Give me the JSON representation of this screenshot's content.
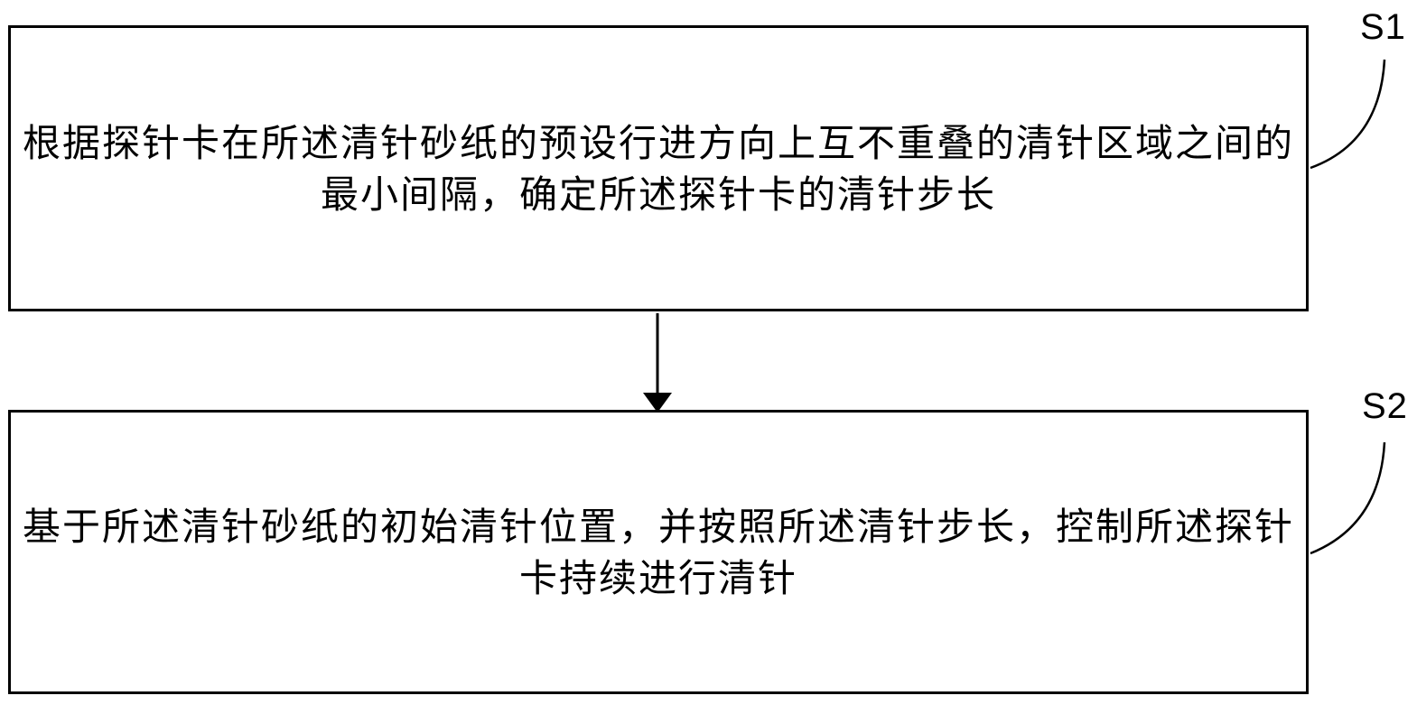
{
  "figure": {
    "background_color": "#ffffff",
    "stroke_color": "#000000",
    "type": "flowchart",
    "steps": [
      {
        "label": "S1",
        "lines": [
          "根据探针卡在所述清针砂纸的预设行进方向上互不重叠的清针区域之间的",
          "最小间隔，确定所述探针卡的清针步长"
        ],
        "text": "根据探针卡在所述清针砂纸的预设行进方向上互不重叠的清针区域之间的最小间隔，确定所述探针卡的清针步长"
      },
      {
        "label": "S2",
        "lines": [
          "基于所述清针砂纸的初始清针位置，并按照所述清针步长，控制所述探针",
          "卡持续进行清针"
        ],
        "text": "基于所述清针砂纸的初始清针位置，并按照所述清针步长，控制所述探针卡持续进行清针"
      }
    ],
    "connector": {
      "type": "arrow-down",
      "from": "S1",
      "to": "S2"
    }
  }
}
